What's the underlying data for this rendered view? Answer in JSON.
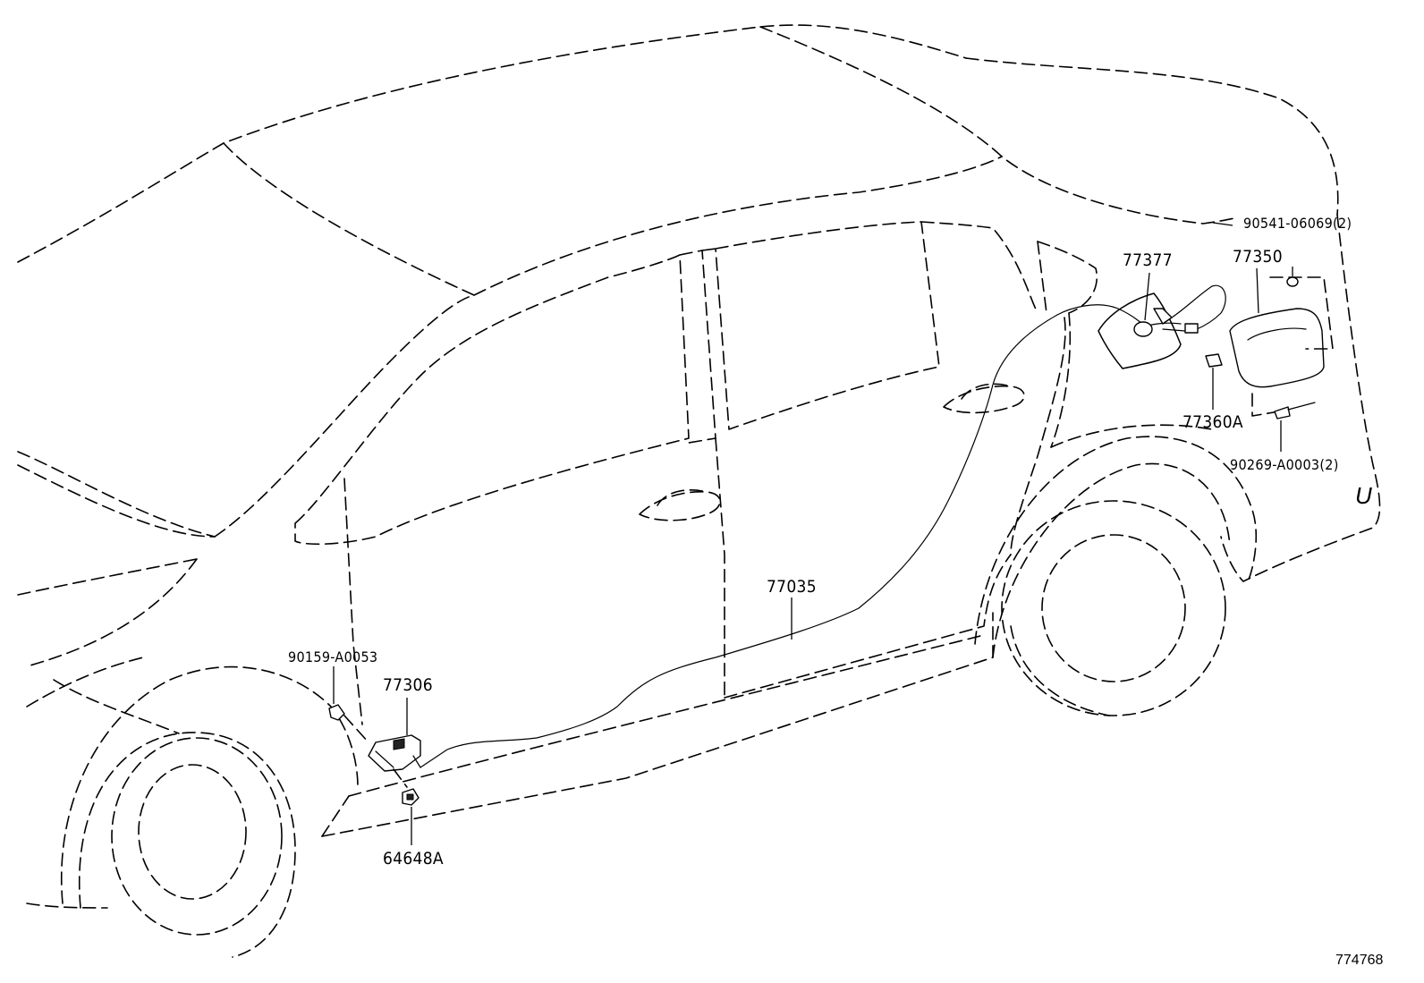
{
  "diagram": {
    "reference_number": "774768",
    "callouts": [
      {
        "id": "c-90541",
        "text": "90541-06069(2)"
      },
      {
        "id": "c-77377",
        "text": "77377"
      },
      {
        "id": "c-77350",
        "text": "77350"
      },
      {
        "id": "c-77360a",
        "text": "77360A"
      },
      {
        "id": "c-90269",
        "text": "90269-A0003(2)"
      },
      {
        "id": "c-77035",
        "text": "77035"
      },
      {
        "id": "c-90159",
        "text": "90159-A0053"
      },
      {
        "id": "c-77306",
        "text": "77306"
      },
      {
        "id": "c-64648a",
        "text": "64648A"
      }
    ],
    "corner_mark": "U"
  }
}
